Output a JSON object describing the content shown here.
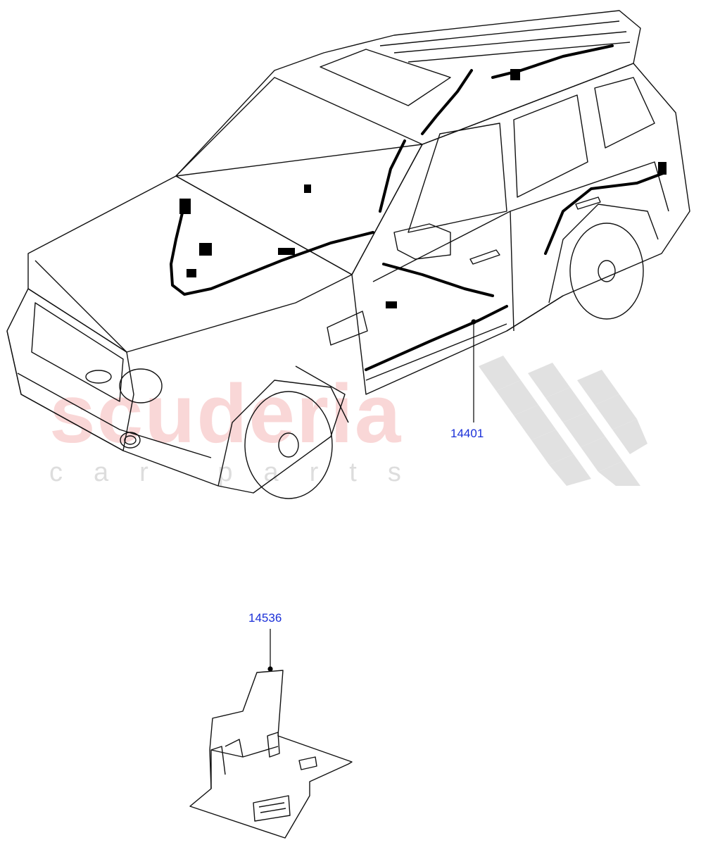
{
  "watermark": {
    "brand": "scuderia",
    "sub": "car parts"
  },
  "callouts": [
    {
      "id": "harness",
      "part_number": "14401"
    },
    {
      "id": "bracket",
      "part_number": "14536"
    }
  ]
}
